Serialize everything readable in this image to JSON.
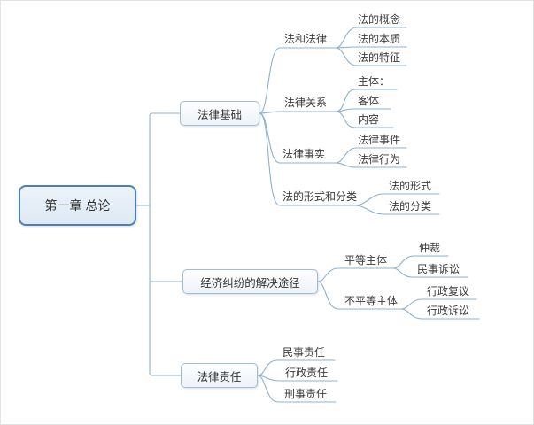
{
  "map": {
    "root": {
      "label": "第一章 总论"
    },
    "branches": [
      {
        "label": "法律基础",
        "children": [
          {
            "label": "法和法律",
            "children": [
              {
                "label": "法的概念"
              },
              {
                "label": "法的本质"
              },
              {
                "label": "法的特征"
              }
            ]
          },
          {
            "label": "法律关系",
            "children": [
              {
                "label": "主体："
              },
              {
                "label": "客体"
              },
              {
                "label": "内容"
              }
            ]
          },
          {
            "label": "法律事实",
            "children": [
              {
                "label": "法律事件"
              },
              {
                "label": "法律行为"
              }
            ]
          },
          {
            "label": "法的形式和分类",
            "children": [
              {
                "label": "法的形式"
              },
              {
                "label": "法的分类"
              }
            ]
          }
        ]
      },
      {
        "label": "经济纠纷的解决途径",
        "children": [
          {
            "label": "平等主体",
            "children": [
              {
                "label": "仲裁"
              },
              {
                "label": "民事诉讼"
              }
            ]
          },
          {
            "label": "不平等主体",
            "children": [
              {
                "label": "行政复议"
              },
              {
                "label": "行政诉讼"
              }
            ]
          }
        ]
      },
      {
        "label": "法律责任",
        "children": [
          {
            "label": "民事责任"
          },
          {
            "label": "行政责任"
          },
          {
            "label": "刑事责任"
          }
        ]
      }
    ]
  },
  "colors": {
    "line": "#8fb0cc",
    "rootborder": "#4e80b1",
    "boxborder": "#a4bccf",
    "text": "#3a3a3a"
  }
}
